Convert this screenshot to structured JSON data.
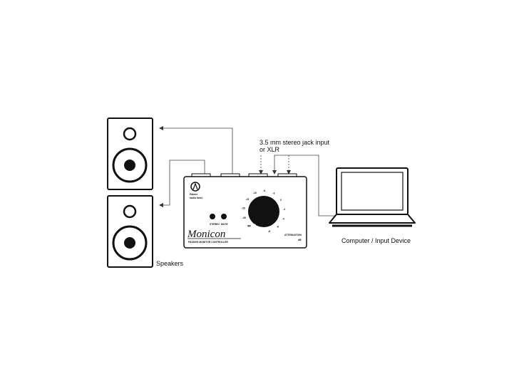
{
  "labels": {
    "jack_input_line1": "3.5 mm stereo jack input",
    "jack_input_line2": "or XLR",
    "computer": "Computer / Input Device",
    "speakers": "Speakers"
  },
  "device": {
    "maker_line1": "Palmer",
    "maker_line2": "audio tools",
    "brand": "Monicon",
    "subtitle": "PASSIVE MONITOR CONTROLLER",
    "button1_label": "STEREO",
    "button2_label": "MUTE",
    "knob_label": "ATTENUATION",
    "knob_unit": "dB",
    "dial_ticks": [
      "INF",
      "-30",
      "-20",
      "-15",
      "-10",
      "-6",
      "-3",
      "0",
      "-2",
      "-4",
      "-6",
      "-8"
    ]
  }
}
